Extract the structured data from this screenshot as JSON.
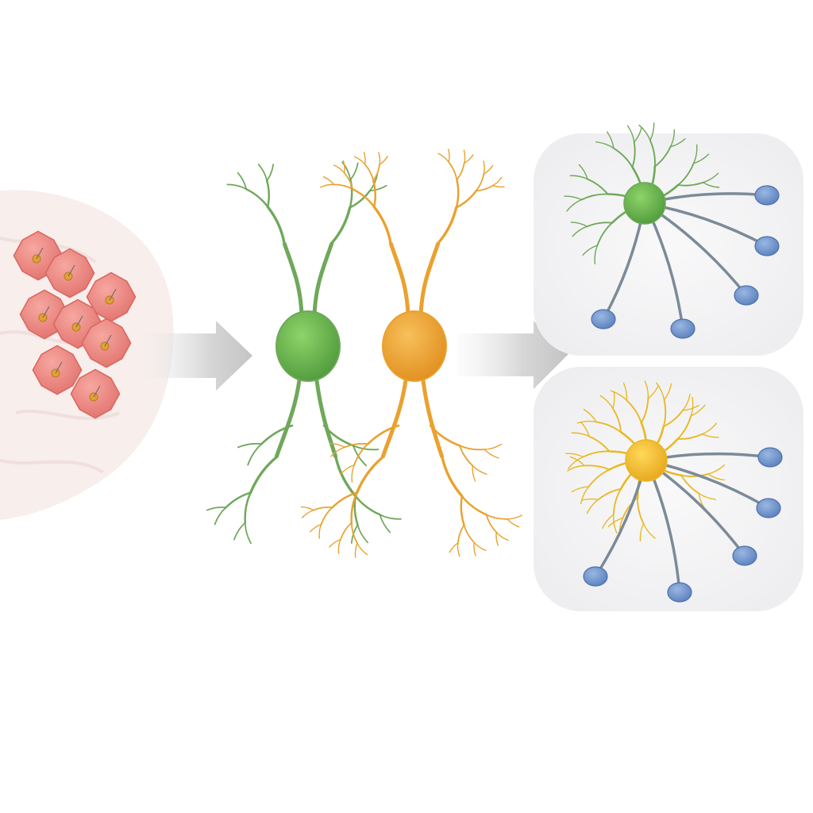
{
  "diagram": {
    "stages": [
      {
        "id": "stem-cell-cluster",
        "cells": 8
      },
      {
        "id": "differentiating-neurons",
        "cells": 2
      },
      {
        "id": "connected-neurons",
        "panels": 2
      }
    ],
    "colors": {
      "background": "#ffffff",
      "brain_tissue": "#f7ecea",
      "stem_cell": "#ef8a84",
      "stem_cell_dark": "#d9665f",
      "nucleus": "#e0a232",
      "green_neuron": "#6fa85a",
      "green_neuron_body": "#5fb04a",
      "orange_neuron": "#eaa12e",
      "orange_neuron_body": "#f0a733",
      "yellow_neuron": "#e9b824",
      "synapse_terminal": "#6f93c9",
      "axon_gray": "#7c8a98",
      "arrow": "#cfcfcf",
      "panel": "#f3f3f4"
    },
    "icons": [
      "stem-cell-icon",
      "arrow-icon",
      "neuron-icon",
      "synapse-icon"
    ]
  }
}
